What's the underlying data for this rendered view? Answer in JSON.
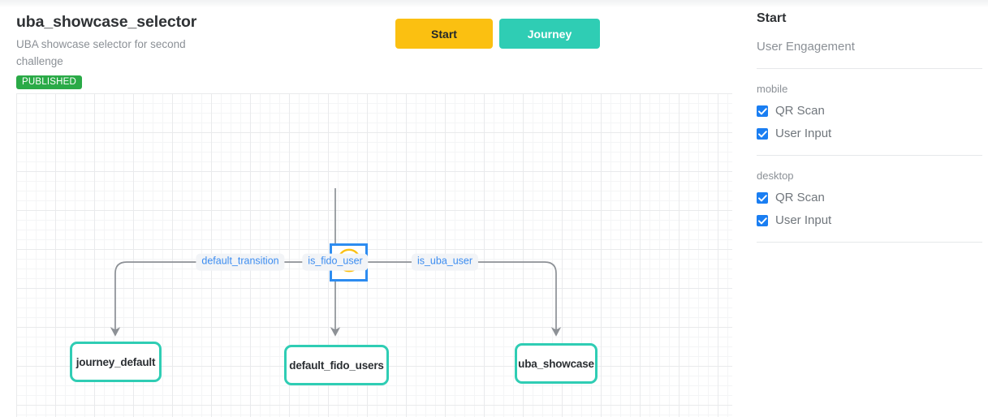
{
  "header": {
    "title": "uba_showcase_selector",
    "description": "UBA showcase selector for second challenge",
    "status_badge": "PUBLISHED"
  },
  "toolbar": {
    "start_label": "Start",
    "journey_label": "Journey"
  },
  "canvas": {
    "nodes": [
      {
        "id": "start",
        "type": "start",
        "icon": "play-circle-icon",
        "label": "",
        "selected": true
      },
      {
        "id": "journey_default",
        "type": "journey",
        "label": "journey_default"
      },
      {
        "id": "default_fido_users",
        "type": "journey",
        "label": "default_fido_users"
      },
      {
        "id": "uba_showcase",
        "type": "journey",
        "label": "uba_showcase"
      }
    ],
    "edge_labels": [
      {
        "id": "default_transition",
        "label": "default_transition"
      },
      {
        "id": "is_fido_user",
        "label": "is_fido_user"
      },
      {
        "id": "is_uba_user",
        "label": "is_uba_user"
      }
    ]
  },
  "panel": {
    "title": "Start",
    "subtitle": "User Engagement",
    "groups": [
      {
        "label": "mobile",
        "options": [
          {
            "label": "QR Scan",
            "checked": true
          },
          {
            "label": "User Input",
            "checked": true
          }
        ]
      },
      {
        "label": "desktop",
        "options": [
          {
            "label": "QR Scan",
            "checked": true
          },
          {
            "label": "User Input",
            "checked": true
          }
        ]
      }
    ]
  },
  "colors": {
    "accent_teal": "#2fcdb4",
    "accent_amber": "#fbc011",
    "accent_blue": "#2d8cf0",
    "badge_green": "#2aaa47",
    "checkbox_blue": "#1a7ef2",
    "edge_label_text": "#3b8cf0"
  }
}
